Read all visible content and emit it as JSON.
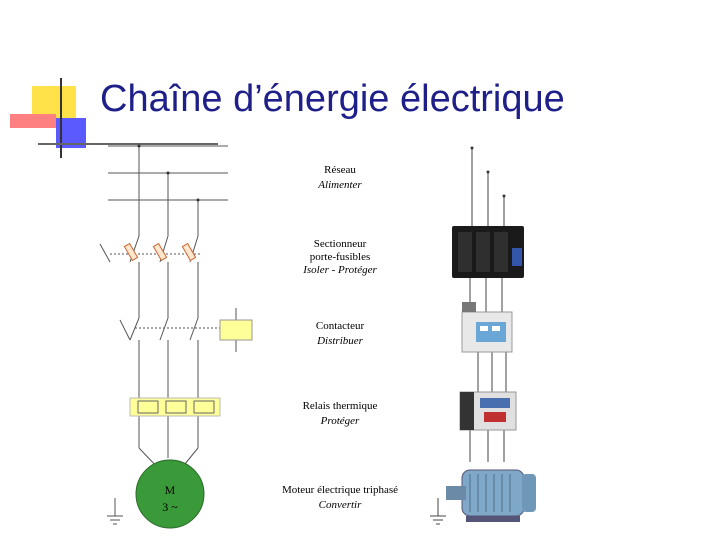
{
  "title": "Chaîne d’énergie électrique",
  "labels": {
    "reseau": {
      "name": "Réseau",
      "func": "Alimenter"
    },
    "sectionneur": {
      "name1": "Sectionneur",
      "name2": "porte-fusibles",
      "func": "Isoler - Protéger"
    },
    "contacteur": {
      "name": "Contacteur",
      "func": "Distribuer"
    },
    "relais": {
      "name": "Relais thermique",
      "func": "Protéger"
    },
    "moteur": {
      "name": "Moteur électrique triphasé",
      "func": "Convertir"
    }
  },
  "motor_symbol": {
    "line1": "M",
    "line2": "3 ~"
  },
  "colors": {
    "title": "#1f1f8a",
    "deco_yellow": "#ffe24a",
    "deco_red": "#ff6a6a",
    "deco_blue": "#5656ff",
    "component_yellow": "#ffff99",
    "motor_green": "#3a9a3a"
  }
}
